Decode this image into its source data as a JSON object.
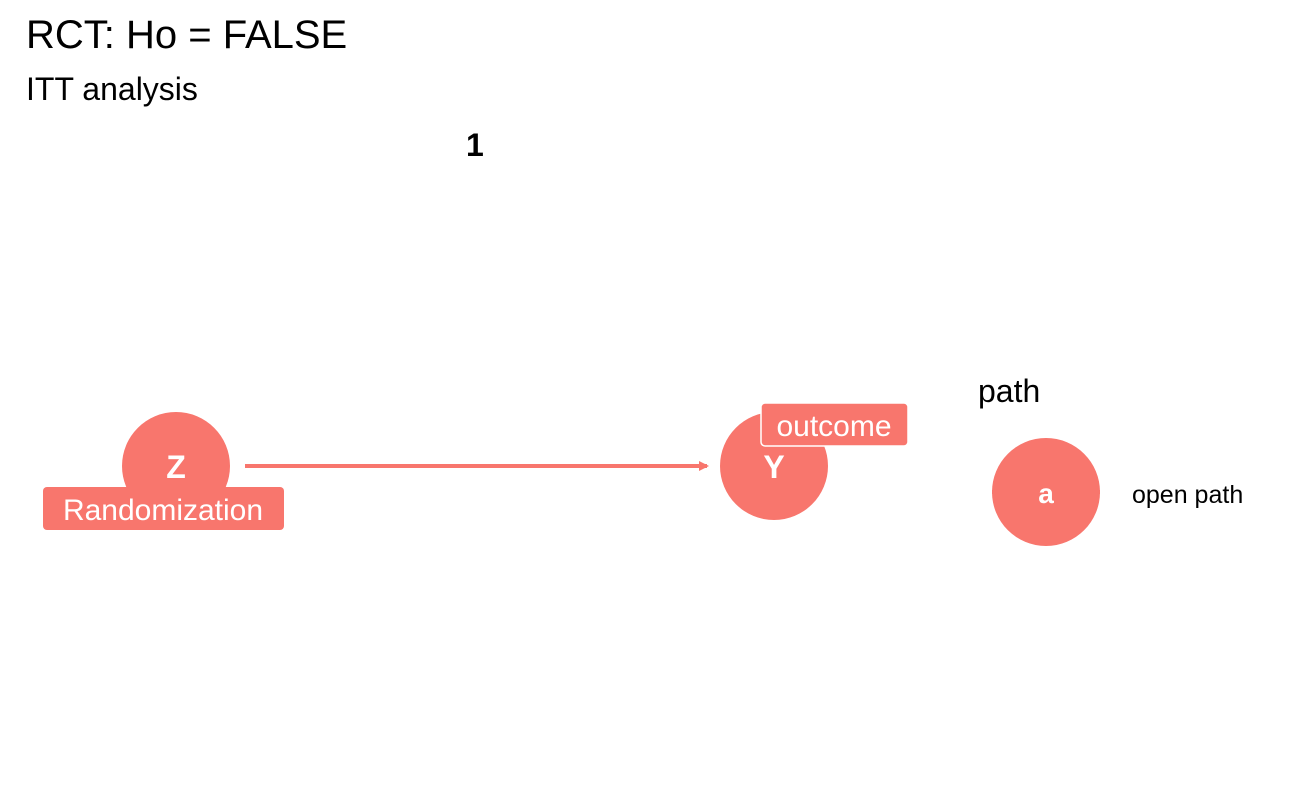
{
  "title": "RCT: Ho = FALSE",
  "subtitle": "ITT analysis",
  "panel_label": "1",
  "colors": {
    "node": "#F8766D",
    "node_text": "#ffffff",
    "text": "#000000"
  },
  "diagram": {
    "nodes": [
      {
        "id": "Z",
        "text": "Z",
        "label": "Randomization"
      },
      {
        "id": "Y",
        "text": "Y",
        "label": "outcome"
      }
    ],
    "edges": [
      {
        "from": "Z",
        "to": "Y"
      }
    ]
  },
  "legend": {
    "title": "path",
    "key_symbol": "a",
    "entry": "open path"
  }
}
